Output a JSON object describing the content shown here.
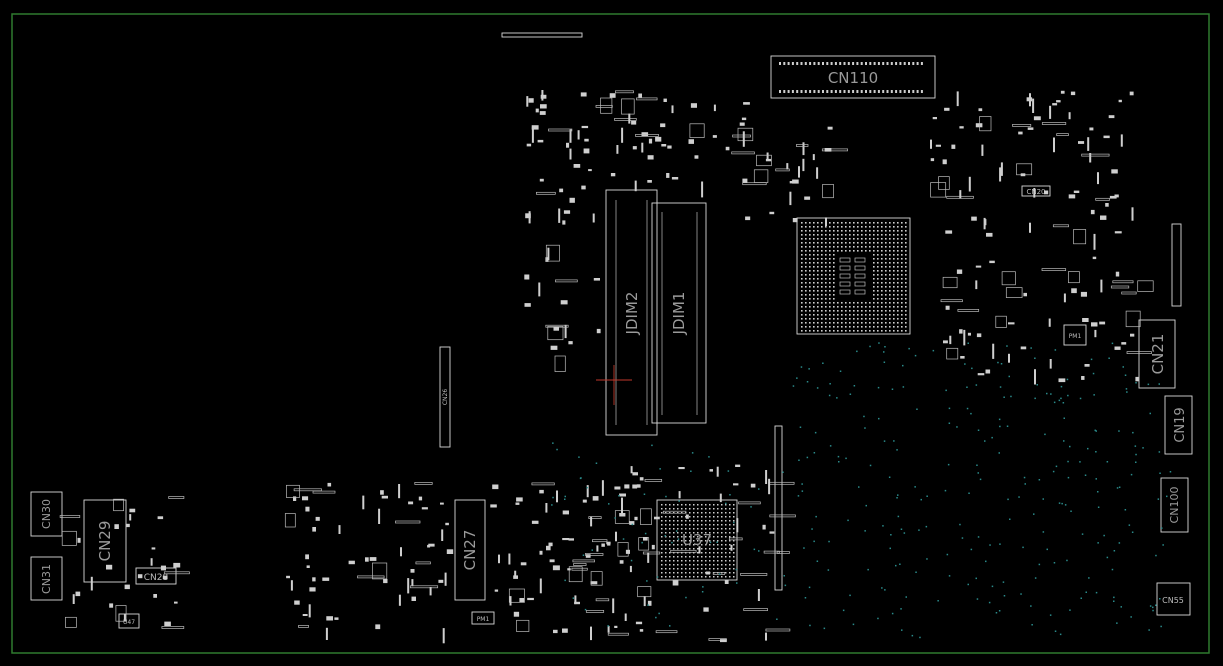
{
  "board": {
    "outline_color": "#2f7a2f",
    "part_color": "#d9d9d9",
    "label_color": "#9a9a9a",
    "background": "#000000"
  },
  "labels": {
    "cn110": "CN110",
    "jdim2": "JDIM2",
    "jdim1": "JDIM1",
    "u37": "U37",
    "cn27": "CN27",
    "cn29": "CN29",
    "cn30": "CN30",
    "cn31": "CN31",
    "cn28": "CN28",
    "cn21": "CN21",
    "cn19": "CN19",
    "cn100": "CN100",
    "cn55": "CN55",
    "cn20": "CN20",
    "cn26": "CN26",
    "u47": "U47",
    "pm1_bottom": "PM1",
    "pm1_right": "PM1"
  }
}
